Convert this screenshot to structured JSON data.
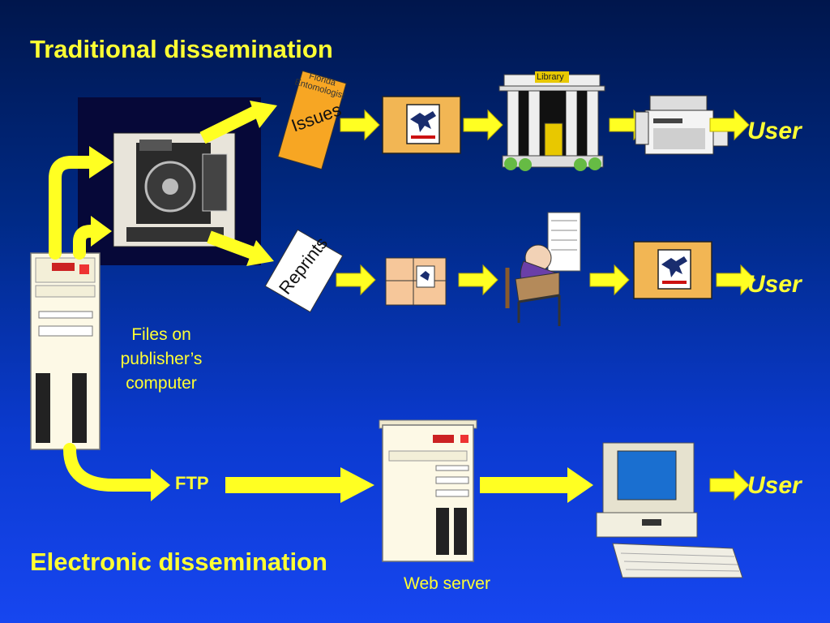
{
  "slide": {
    "title_traditional": "Traditional dissemination",
    "title_electronic": "Electronic dissemination"
  },
  "labels": {
    "issues_journal": "Florida Entomologist",
    "issues": "Issues",
    "reprints": "Reprints",
    "library_sign": "Library",
    "files_line1": "Files on",
    "files_line2": "publisher’s",
    "files_line3": "computer",
    "ftp": "FTP",
    "web_server": "Web server",
    "user_1": "User",
    "user_2": "User",
    "user_3": "User"
  },
  "colors": {
    "accent_yellow": "#ffff33",
    "label_red": "#ff2b2b",
    "postal_box": "#f2b654"
  }
}
